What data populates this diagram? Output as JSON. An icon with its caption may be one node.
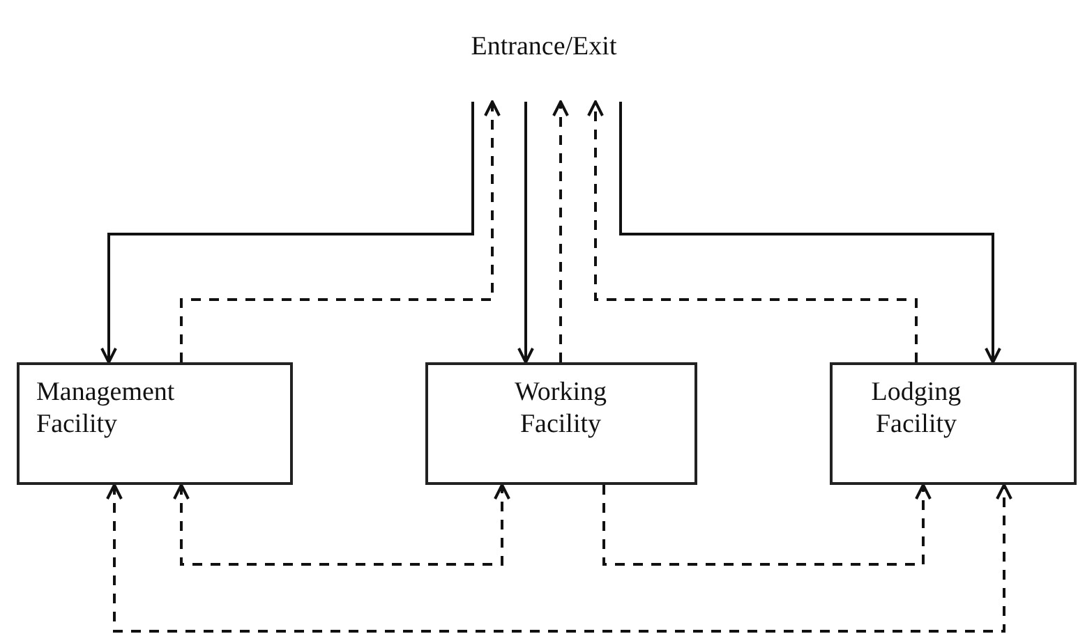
{
  "diagram": {
    "nodes": [
      {
        "text": [
          "Entrance/Exit"
        ]
      },
      {
        "text": [
          "Management Facility"
        ]
      },
      {
        "text": [
          "Working Facility"
        ]
      },
      {
        "text": [
          "Lodging Facility"
        ]
      }
    ],
    "edges": [
      {
        "from": 0,
        "to": 1,
        "arrow": "to"
      },
      {
        "from": 1,
        "to": 0,
        "arrow": "to",
        "style": "dashed"
      },
      {
        "from": 0,
        "to": 2,
        "arrow": "to"
      },
      {
        "from": 2,
        "to": 0,
        "arrow": "to",
        "style": "dashed"
      },
      {
        "from": 3,
        "to": 0,
        "arrow": "to",
        "style": "dashed"
      },
      {
        "from": 0,
        "to": 3,
        "arrow": "to"
      },
      {
        "from": 1,
        "to": 2,
        "arrow": "both",
        "style": "dashed"
      },
      {
        "from": 2,
        "to": 3,
        "arrow": "to",
        "style": "dashed"
      },
      {
        "from": 1,
        "to": 3,
        "arrow": "both",
        "style": "dashed"
      }
    ]
  }
}
